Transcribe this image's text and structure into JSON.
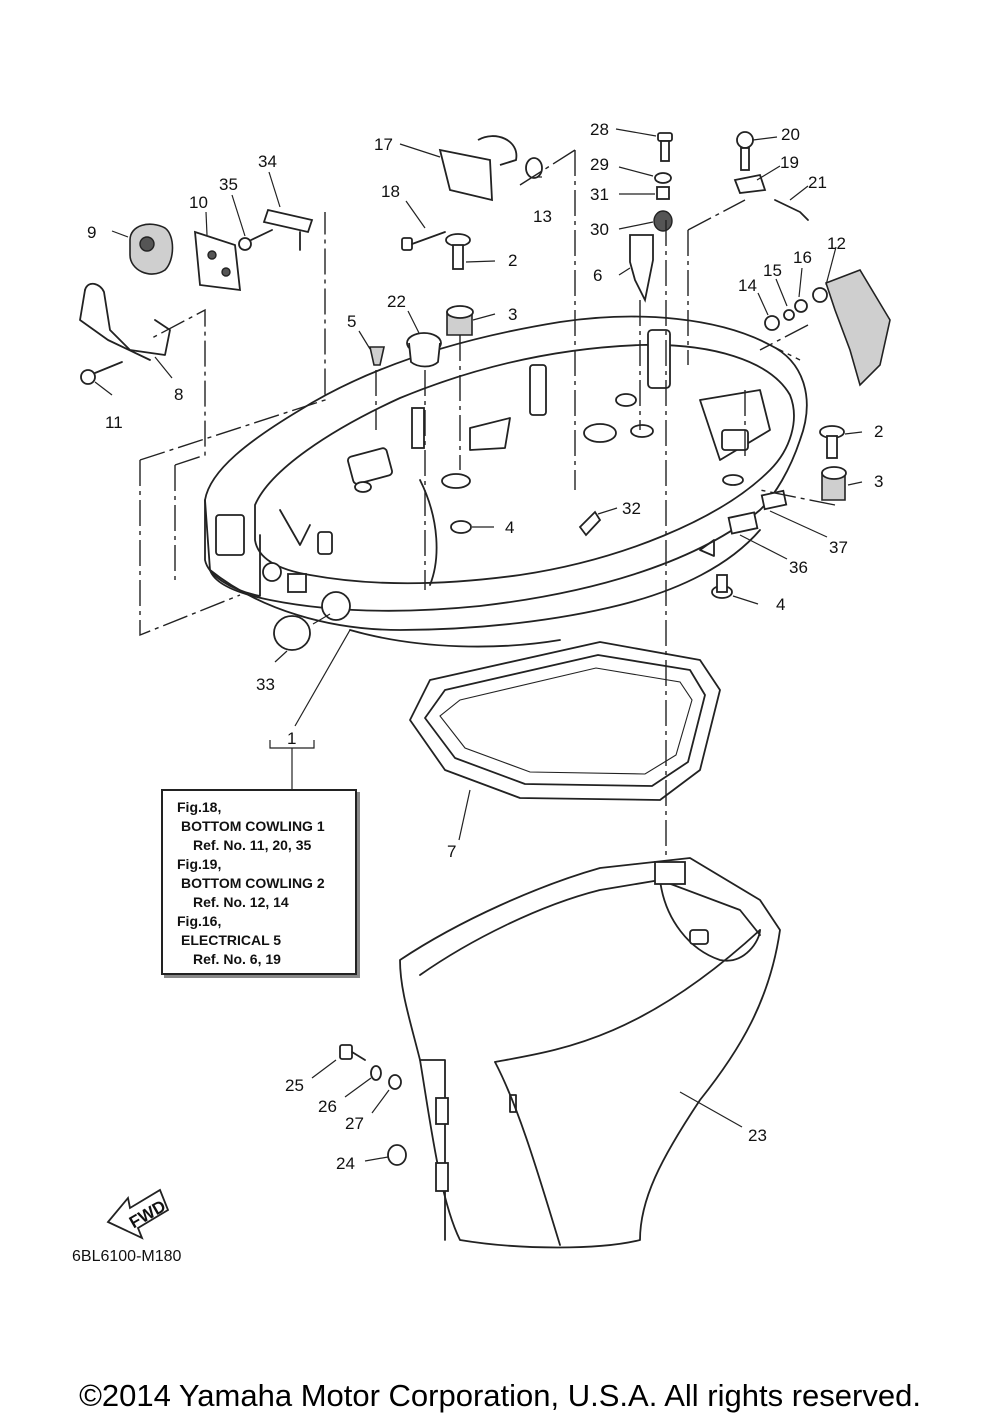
{
  "callouts": {
    "c1": "1",
    "c2a": "2",
    "c2b": "2",
    "c3a": "3",
    "c3b": "3",
    "c4a": "4",
    "c4b": "4",
    "c5": "5",
    "c6": "6",
    "c7": "7",
    "c8": "8",
    "c9": "9",
    "c10": "10",
    "c11": "11",
    "c12": "12",
    "c13": "13",
    "c14": "14",
    "c15": "15",
    "c16": "16",
    "c17": "17",
    "c18": "18",
    "c19": "19",
    "c20": "20",
    "c21": "21",
    "c22": "22",
    "c23": "23",
    "c24": "24",
    "c25": "25",
    "c26": "26",
    "c27": "27",
    "c28": "28",
    "c29": "29",
    "c30": "30",
    "c31": "31",
    "c32": "32",
    "c33": "33",
    "c34": "34",
    "c35": "35",
    "c36": "36",
    "c37": "37"
  },
  "reference_box": {
    "lines": [
      "Fig.18,",
      "BOTTOM COWLING 1",
      "Ref. No. 11, 20, 35",
      "Fig.19,",
      "BOTTOM COWLING 2",
      "Ref. No. 12, 14",
      "Fig.16,",
      "ELECTRICAL 5",
      "Ref. No. 6, 19"
    ]
  },
  "fwd_label": "FWD",
  "diagram_code": "6BL6100-M180",
  "copyright": "©2014 Yamaha Motor Corporation, U.S.A. All rights reserved."
}
